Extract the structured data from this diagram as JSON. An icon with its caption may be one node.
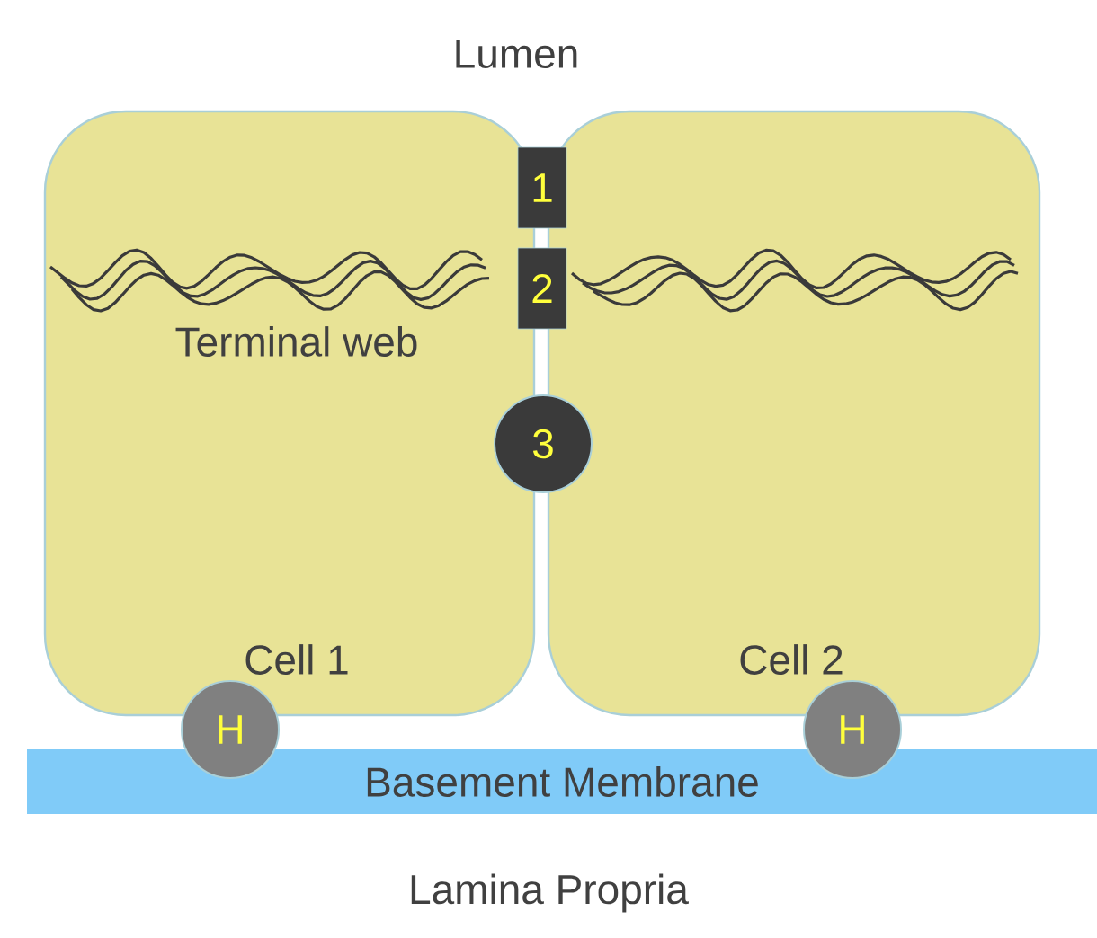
{
  "diagram": {
    "nodes": [
      {
        "text": [
          "Cell 1"
        ]
      },
      {
        "text": [
          "Cell 2"
        ]
      },
      {
        "text": [
          "1"
        ]
      },
      {
        "text": [
          "2"
        ]
      },
      {
        "text": [
          "3"
        ]
      },
      {
        "text": [
          "H"
        ]
      },
      {
        "text": [
          "H"
        ]
      },
      {
        "text": [
          "Basement Membrane"
        ]
      }
    ],
    "edges": [],
    "labels": [
      "Lumen",
      "Terminal web",
      "Lamina Propria"
    ]
  }
}
